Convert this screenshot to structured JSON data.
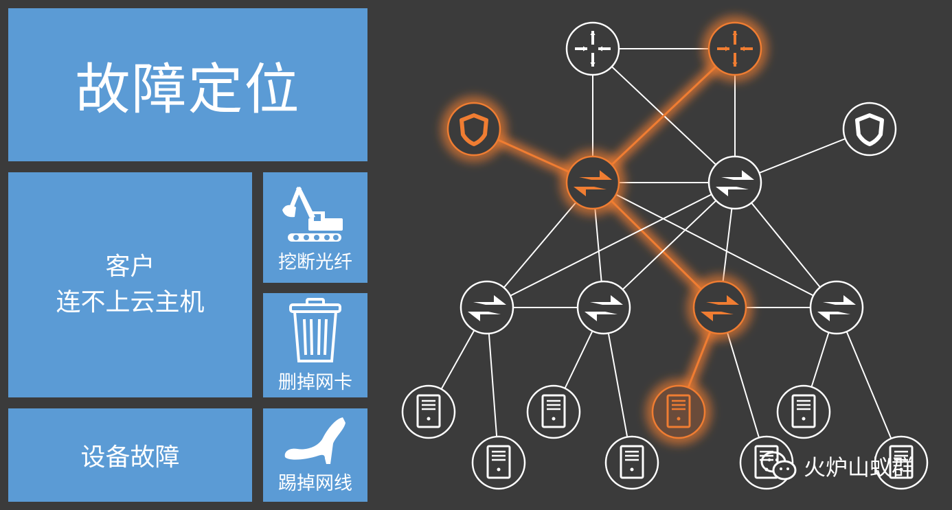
{
  "tiles": {
    "title": "故障定位",
    "main_line1": "客户",
    "main_line2": "连不上云主机",
    "device": "设备故障",
    "cut_fiber": "挖断光纤",
    "delete_nic": "删掉网卡",
    "kick_cable": "踢掉网线"
  },
  "tile_icons": [
    "excavator-icon",
    "trash-can-icon",
    "high-heel-icon"
  ],
  "watermark": "火炉山蚁群",
  "colors": {
    "background": "#3b3b3b",
    "tile": "#5b9bd5",
    "fault": "#f07d32",
    "line": "#ffffff"
  },
  "network": {
    "nodes": [
      {
        "id": "router-1",
        "type": "router",
        "fault": false
      },
      {
        "id": "router-2",
        "type": "router",
        "fault": true
      },
      {
        "id": "firewall-1",
        "type": "firewall",
        "fault": true
      },
      {
        "id": "firewall-2",
        "type": "firewall",
        "fault": false
      },
      {
        "id": "core-switch-1",
        "type": "switch",
        "fault": true
      },
      {
        "id": "core-switch-2",
        "type": "switch",
        "fault": false
      },
      {
        "id": "access-switch-1",
        "type": "switch",
        "fault": false
      },
      {
        "id": "access-switch-2",
        "type": "switch",
        "fault": false
      },
      {
        "id": "access-switch-3",
        "type": "switch",
        "fault": true
      },
      {
        "id": "access-switch-4",
        "type": "switch",
        "fault": false
      },
      {
        "id": "server-1",
        "type": "server",
        "fault": false
      },
      {
        "id": "server-2",
        "type": "server",
        "fault": false
      },
      {
        "id": "server-3",
        "type": "server",
        "fault": false
      },
      {
        "id": "server-4",
        "type": "server",
        "fault": false
      },
      {
        "id": "server-5",
        "type": "server",
        "fault": true
      },
      {
        "id": "server-6",
        "type": "server",
        "fault": false
      },
      {
        "id": "server-7",
        "type": "server",
        "fault": false
      },
      {
        "id": "server-8",
        "type": "server",
        "fault": false
      }
    ],
    "links": [
      [
        "router-1",
        "router-2",
        false
      ],
      [
        "router-1",
        "core-switch-1",
        false
      ],
      [
        "router-1",
        "core-switch-2",
        false
      ],
      [
        "router-2",
        "core-switch-1",
        true
      ],
      [
        "router-2",
        "core-switch-2",
        false
      ],
      [
        "firewall-1",
        "core-switch-1",
        true
      ],
      [
        "firewall-2",
        "core-switch-2",
        false
      ],
      [
        "core-switch-1",
        "core-switch-2",
        false
      ],
      [
        "core-switch-1",
        "access-switch-1",
        false
      ],
      [
        "core-switch-1",
        "access-switch-2",
        false
      ],
      [
        "core-switch-1",
        "access-switch-3",
        true
      ],
      [
        "core-switch-1",
        "access-switch-4",
        false
      ],
      [
        "core-switch-2",
        "access-switch-1",
        false
      ],
      [
        "core-switch-2",
        "access-switch-2",
        false
      ],
      [
        "core-switch-2",
        "access-switch-3",
        false
      ],
      [
        "core-switch-2",
        "access-switch-4",
        false
      ],
      [
        "access-switch-1",
        "access-switch-2",
        false
      ],
      [
        "access-switch-3",
        "access-switch-4",
        false
      ],
      [
        "access-switch-1",
        "server-1",
        false
      ],
      [
        "access-switch-1",
        "server-2",
        false
      ],
      [
        "access-switch-2",
        "server-3",
        false
      ],
      [
        "access-switch-2",
        "server-4",
        false
      ],
      [
        "access-switch-3",
        "server-5",
        true
      ],
      [
        "access-switch-3",
        "server-6",
        false
      ],
      [
        "access-switch-4",
        "server-7",
        false
      ],
      [
        "access-switch-4",
        "server-8",
        false
      ]
    ]
  }
}
